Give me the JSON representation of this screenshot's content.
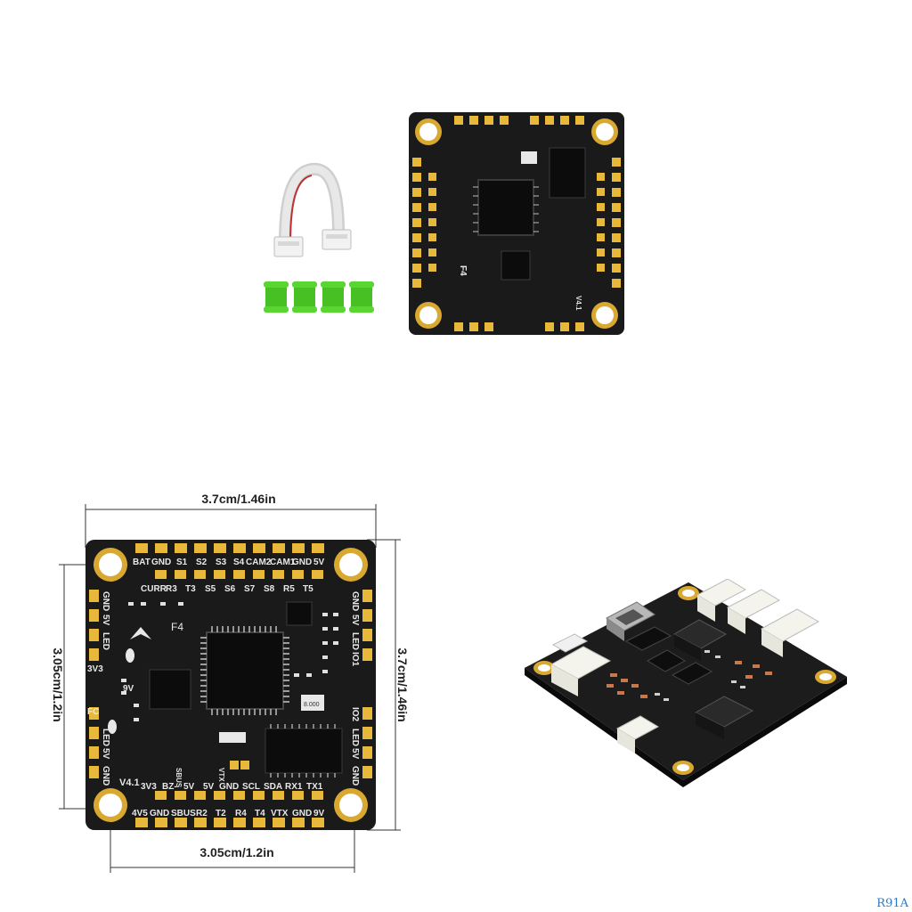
{
  "dimensions": {
    "top_width": "3.7cm/1.46in",
    "right_height": "3.7cm/1.46in",
    "left_height": "3.05cm/1.2in",
    "bottom_width": "3.05cm/1.2in"
  },
  "board": {
    "chip_label": "F4",
    "version": "V4.1",
    "crystal_label": "8.000",
    "top_row_outer": [
      "BAT",
      "GND",
      "S1",
      "S2",
      "S3",
      "S4",
      "CAM2",
      "CAM1",
      "GND",
      "5V"
    ],
    "top_row_inner": [
      "CURR",
      "R3",
      "T3",
      "S5",
      "S6",
      "S7",
      "S8",
      "R5",
      "T5"
    ],
    "bottom_row_outer": [
      "4V5",
      "GND",
      "SBUS",
      "R2",
      "T2",
      "R4",
      "T4",
      "VTX",
      "GND",
      "9V"
    ],
    "bottom_row_inner": [
      "3V3",
      "BZ-",
      "5V",
      "5V",
      "GND",
      "SCL",
      "SDA",
      "RX1",
      "TX1"
    ],
    "left_upper": [
      "GND",
      "5V",
      "LED"
    ],
    "left_lower": [
      "LED",
      "5V",
      "GND"
    ],
    "left_labels": [
      "3V3",
      "FC",
      "9V"
    ],
    "right_upper": [
      "GND",
      "5V",
      "LED",
      "IO1"
    ],
    "right_lower": [
      "IO2",
      "LED",
      "5V",
      "GND"
    ],
    "small_labels": [
      "SBUS",
      "VTX"
    ]
  },
  "watermark": "R91A",
  "colors": {
    "pcb": "#1a1a1a",
    "pad": "#e8b83a",
    "silkscreen": "#e8e8e8",
    "dimension_line": "#333333",
    "mount_ring": "#d8a830",
    "accent_green": "#4fd028"
  }
}
